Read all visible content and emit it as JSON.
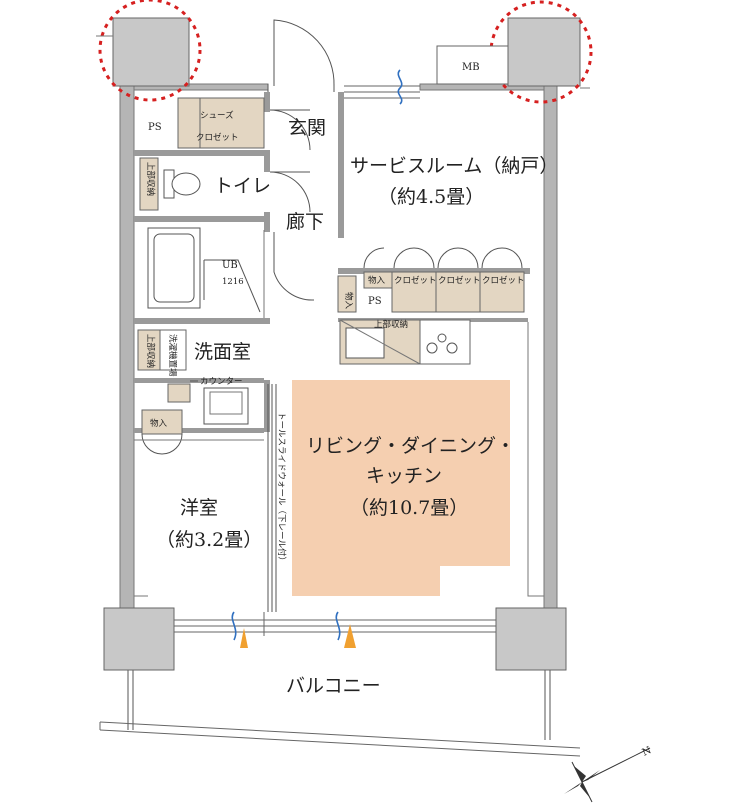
{
  "rooms": {
    "service_room": "サービスルーム（納戸）",
    "service_room_area": "（約4.5畳）",
    "ldk_line1": "リビング・ダイニング・",
    "ldk_line2": "キッチン",
    "ldk_area": "（約10.7畳）",
    "western_room": "洋室",
    "western_room_area": "（約3.2畳）",
    "entrance": "玄関",
    "corridor": "廊下",
    "toilet": "トイレ",
    "washroom": "洗面室",
    "ub": "UB",
    "ub_size": "1216",
    "balcony": "バルコニー"
  },
  "fixtures": {
    "ps_top": "PS",
    "ps_mid": "PS",
    "mb": "MB",
    "shoes_closet_1": "シューズ",
    "shoes_closet_2": "クロゼット",
    "storage_toilet": "上部収納",
    "storage_wash": "上部収納",
    "laundry_pan": "洗濯機置場",
    "closet_1": "クロゼット",
    "closet_2": "クロゼット",
    "closet_3": "クロゼット",
    "storage_service": "物入",
    "storage_hall": "物入",
    "storage_western": "物入",
    "kitchen_upper": "上部収納",
    "counter": "カウンター",
    "tall_slide_wall": "トールスライドウォール（下レール付）"
  },
  "compass": {
    "north": "N"
  },
  "colors": {
    "wall": "#8c8c8c",
    "column": "#c8c8c8",
    "ldk_fill": "#f5cfb0",
    "closet_fill": "#e3d6c2",
    "highlight_ring": "#d62020",
    "flame": "#f0a030",
    "air": "#3070c0"
  }
}
